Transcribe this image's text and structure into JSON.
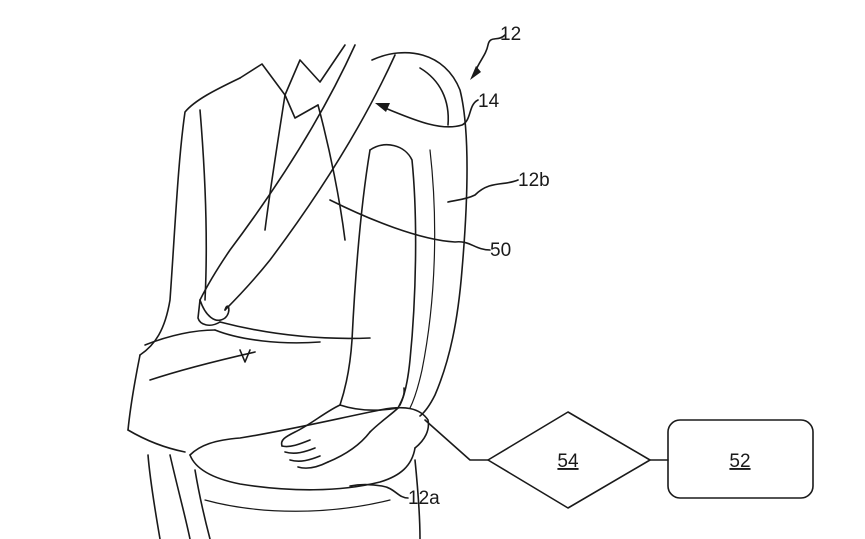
{
  "labels": {
    "seat": "12",
    "shoulder_gap": "14",
    "backrest": "12b",
    "belt": "50",
    "cushion": "12a",
    "decision": "54",
    "controller": "52"
  },
  "colors": {
    "ink": "#1a1a1a",
    "background": "#ffffff"
  }
}
